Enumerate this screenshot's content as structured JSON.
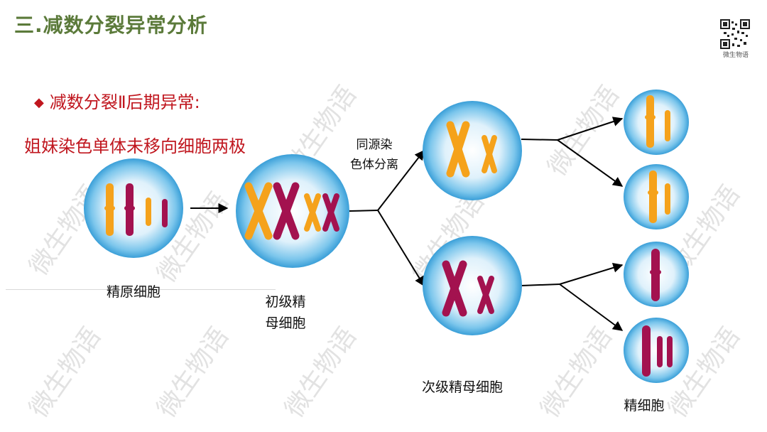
{
  "header": {
    "title": "三.减数分裂异常分析"
  },
  "qr": {
    "caption": "微生物语",
    "icon": "qr-code-icon"
  },
  "subtitle": {
    "bullet": "◆",
    "line1": "减数分裂Ⅱ后期异常:",
    "line2": "姐妹染色单体未移向细胞两极"
  },
  "watermark": {
    "text": "微生物语"
  },
  "labels": {
    "spermatogonium": "精原细胞",
    "primary_line1": "初级精",
    "primary_line2": "母细胞",
    "arrow_line1": "同源染",
    "arrow_line2": "色体分离",
    "secondary": "次级精母细胞",
    "sperm": "精细胞"
  },
  "colors": {
    "title": "#5b7a3a",
    "subtitle": "#c0161e",
    "chromosome_orange": "#f5a21b",
    "chromosome_magenta": "#a3124f"
  }
}
